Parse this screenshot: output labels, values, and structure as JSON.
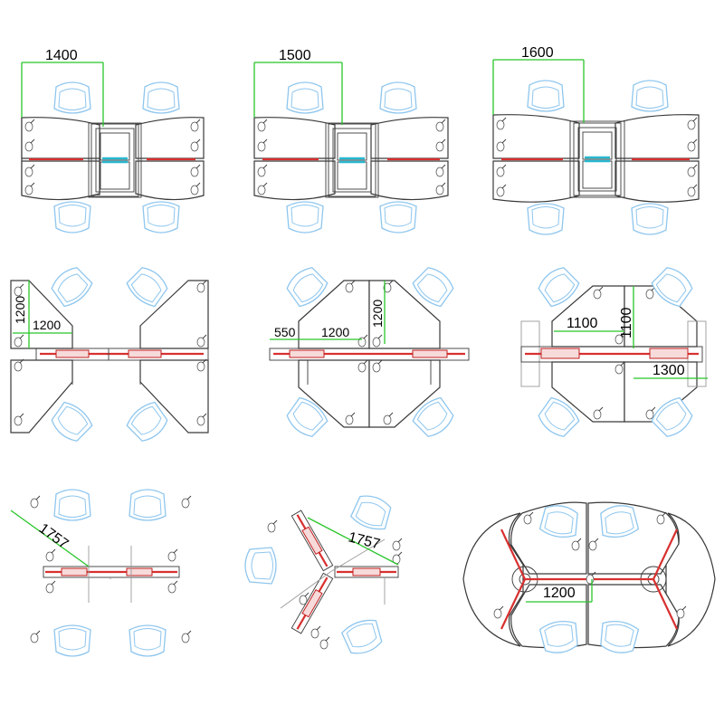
{
  "colors": {
    "desk_outline": "#3a3a3a",
    "chair_outline": "#8ec6ee",
    "dimension_line": "#28c528",
    "cable_tray": "#d83030",
    "divider_accent": "#28b8d0"
  },
  "layouts": [
    {
      "name": "straight-4",
      "dimension": "1400"
    },
    {
      "name": "straight-4",
      "dimension": "1500"
    },
    {
      "name": "straight-4",
      "dimension": "1600"
    },
    {
      "name": "angled-4",
      "dimensions": [
        "1200",
        "1200"
      ]
    },
    {
      "name": "angled-4-wide",
      "dimensions": [
        "550",
        "1200",
        "1200"
      ]
    },
    {
      "name": "angled-4-compact",
      "dimensions": [
        "1100",
        "1100",
        "1300"
      ]
    },
    {
      "name": "spine-4",
      "dimension": "1757"
    },
    {
      "name": "three-way",
      "dimension": "1757"
    },
    {
      "name": "curved-4",
      "dimension": "1200"
    }
  ]
}
